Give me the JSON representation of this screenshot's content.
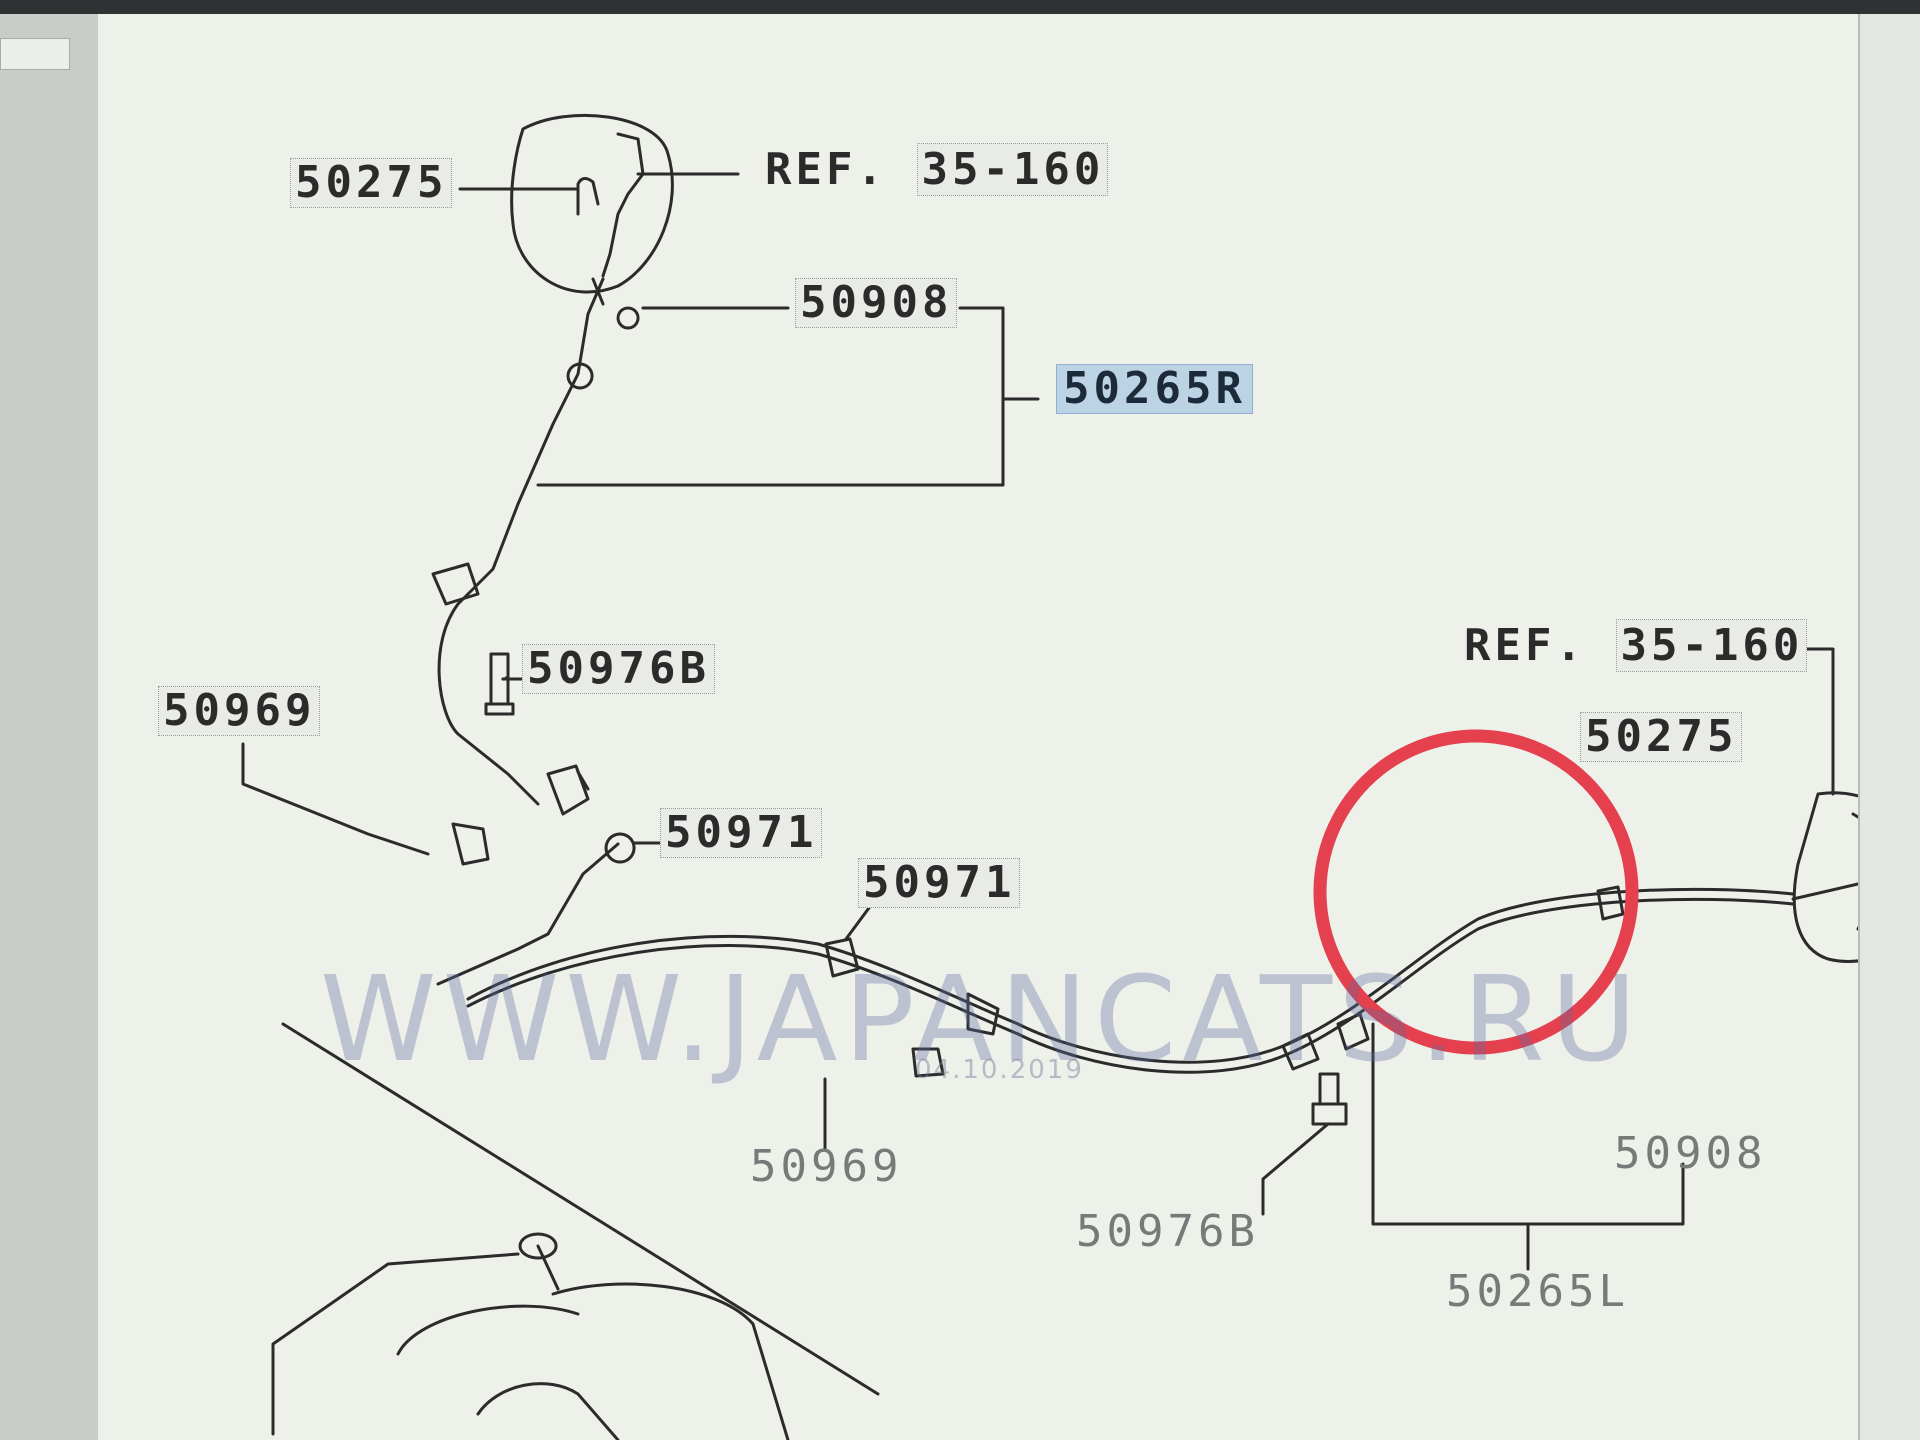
{
  "labels": {
    "p50275_top": "50275",
    "ref_top_prefix": "REF.",
    "ref_top_code": "35-160",
    "p50908_top": "50908",
    "p50265r": "50265R",
    "p50976b_left": "50976B",
    "p50969_left": "50969",
    "p50971_a": "50971",
    "p50971_b": "50971",
    "ref_right_prefix": "REF.",
    "ref_right_code": "35-160",
    "p50275_right": "50275",
    "p50908_right": "50908",
    "p50969_bottom": "50969",
    "p50976b_bottom": "50976B",
    "p50265l": "50265L"
  },
  "watermark": "WWW.JAPANCATS.RU",
  "date_stamp": "04.10.2019",
  "colors": {
    "paper": "#eef0ea",
    "line": "#2b2b2b",
    "highlight": "#bcd3e6",
    "annotation_circle": "#e4404e"
  }
}
